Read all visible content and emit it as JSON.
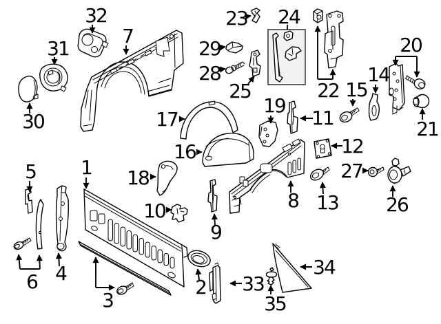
{
  "diagram": {
    "background_color": "#ffffff",
    "line_color": "#000000",
    "label_color": "#000000",
    "kit_box_fill": "#f2f2f2",
    "kit_box_border": "#3c3c3c",
    "callouts": [
      "1",
      "2",
      "3",
      "4",
      "5",
      "6",
      "7",
      "8",
      "9",
      "10",
      "11",
      "12",
      "13",
      "14",
      "15",
      "16",
      "17",
      "18",
      "19",
      "20",
      "21",
      "22",
      "23",
      "24",
      "25",
      "26",
      "27",
      "28",
      "29",
      "30",
      "31",
      "32",
      "33",
      "34",
      "35"
    ]
  }
}
